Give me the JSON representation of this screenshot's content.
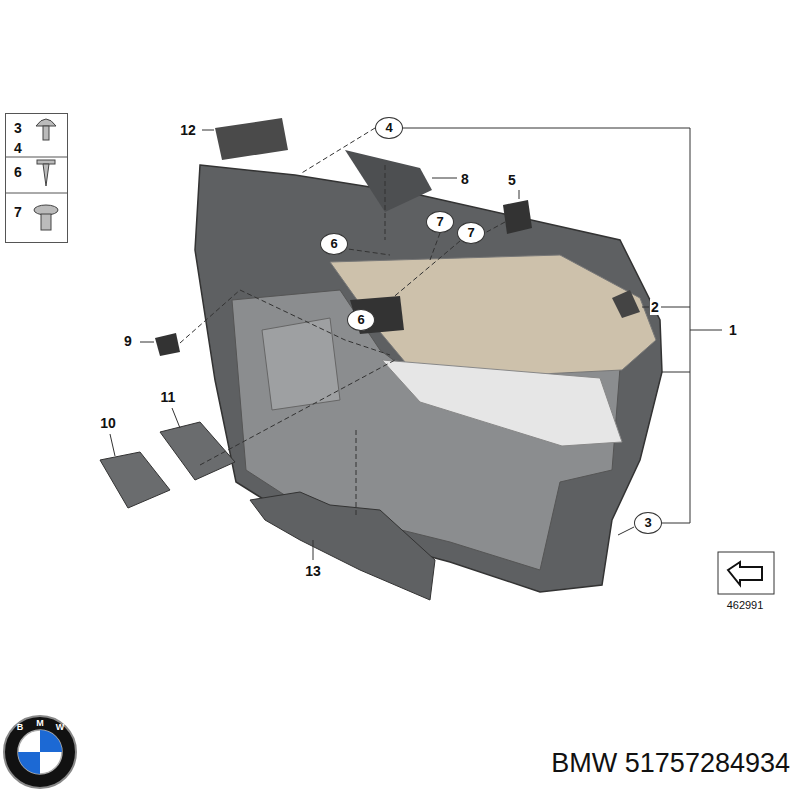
{
  "diagram": {
    "caption": "BMW 51757284934",
    "nodes": [
      {
        "text": [
          "3",
          "4",
          "6",
          "7"
        ]
      },
      {
        "text": [
          "4"
        ]
      },
      {
        "text": [
          "7"
        ]
      },
      {
        "text": [
          "6"
        ]
      },
      {
        "text": [
          "7"
        ]
      },
      {
        "text": [
          "6"
        ]
      },
      {
        "text": [
          "3"
        ]
      }
    ],
    "labels": [
      "12",
      "8",
      "5",
      "2",
      "1",
      "9",
      "11",
      "10",
      "13",
      "462991",
      "B",
      "M",
      "W"
    ]
  }
}
